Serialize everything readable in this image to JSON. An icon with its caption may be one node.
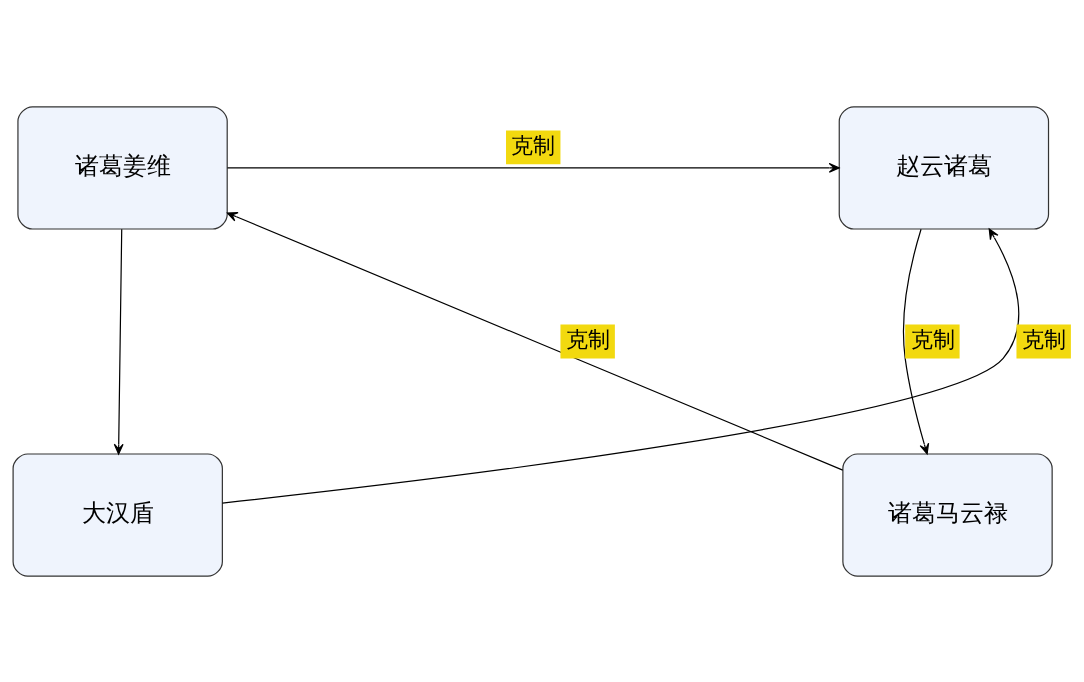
{
  "diagram": {
    "nodes": [
      {
        "text": [
          "诸葛姜维"
        ]
      },
      {
        "text": [
          "赵云诸葛"
        ]
      },
      {
        "text": [
          "诸葛马云禄"
        ]
      },
      {
        "text": [
          "大汉盾"
        ]
      }
    ],
    "edges": [
      {
        "from": 0,
        "to": 1,
        "arrow": "to",
        "label": "克制"
      },
      {
        "from": 2,
        "to": 0,
        "arrow": "to",
        "label": "克制"
      },
      {
        "from": 3,
        "to": 1,
        "arrow": "to",
        "label": "克制"
      },
      {
        "from": 0,
        "to": 3,
        "arrow": "to"
      },
      {
        "from": 1,
        "to": 2,
        "arrow": "to",
        "label": "克制"
      }
    ]
  }
}
